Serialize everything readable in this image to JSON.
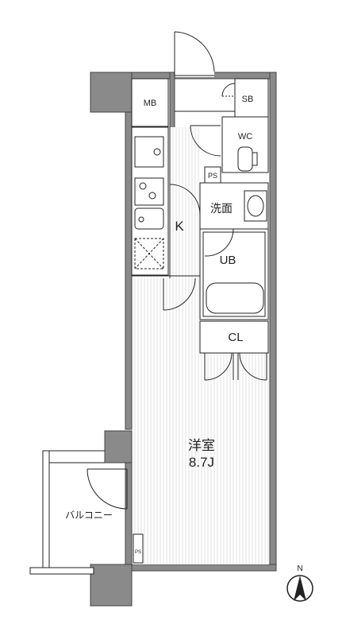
{
  "rooms": {
    "mb": "MB",
    "sb": "SB",
    "wc": "WC",
    "ps_upper": "PS",
    "washroom": "洗面",
    "kitchen": "K",
    "unit_bath": "UB",
    "closet": "CL",
    "main_room": "洋室",
    "main_room_size": "8.7J",
    "balcony": "バルコニー",
    "ps_lower": "PS"
  },
  "compass": {
    "north_label": "N"
  }
}
